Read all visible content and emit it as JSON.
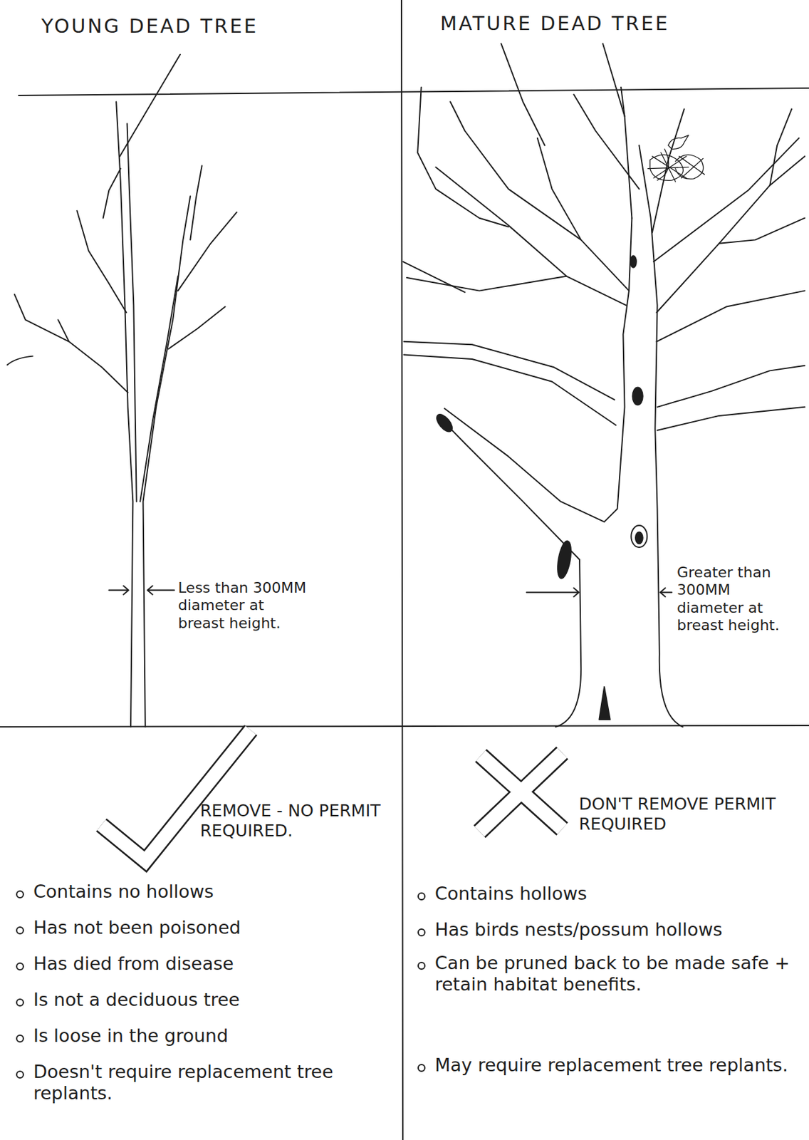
{
  "diagram": {
    "labels": [
      "YOUNG DEAD TREE",
      "MATURE DEAD TREE",
      "Less than 300MM diameter at breast height.",
      "Greater than 300MM diameter at breast height.",
      "REMOVE - NO PERMIT REQUIRED.",
      "DON'T REMOVE PERMIT REQUIRED",
      "Contains no hollows",
      "Has not been poisoned",
      "Has died from disease",
      "Is not a deciduous tree",
      "Is loose in the ground",
      "Doesn't require replacement tree replants.",
      "Contains hollows",
      "Has birds nests/possum hollows",
      "Can be pruned back to be made safe + retain habitat benefits.",
      "May require replacement tree replants."
    ]
  }
}
